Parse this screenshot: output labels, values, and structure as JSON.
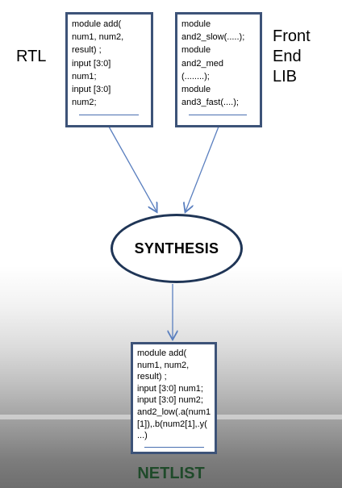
{
  "labels": {
    "rtl": "RTL",
    "lib_lines": [
      "Front",
      "End",
      "LIB"
    ],
    "synthesis": "SYNTHESIS",
    "netlist": "NETLIST"
  },
  "rtl_box": {
    "lines": [
      "module add(",
      "num1, num2,",
      "result) ;",
      "input [3:0]",
      "num1;",
      "input [3:0]",
      "num2;"
    ]
  },
  "lib_box": {
    "lines": [
      "module",
      "and2_slow(.....);",
      "module",
      "and2_med",
      "(........);",
      "module",
      "and3_fast(....);"
    ]
  },
  "netlist_box": {
    "lines": [
      "module add(",
      "num1, num2,",
      "result) ;",
      "input [3:0] num1;",
      "input [3:0] num2;",
      "and2_low(.a(num1",
      "[1]),.b(num2[1],.y(",
      "...)"
    ]
  },
  "colors": {
    "box_border": "#3d5378",
    "arrow": "#5a7fbf",
    "netlist_text": "#1f4a2a"
  }
}
